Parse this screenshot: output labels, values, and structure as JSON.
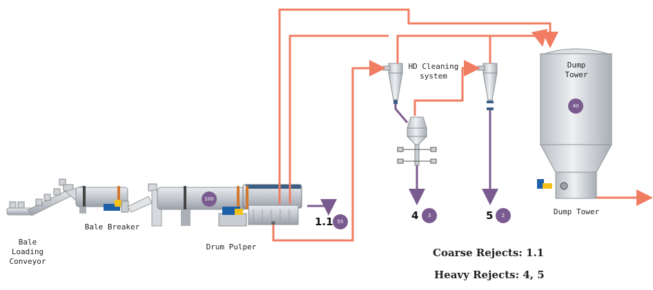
{
  "colors": {
    "main_flow": "#f07c62",
    "reject_flow": "#7a5b8f",
    "equipment": "#c9ced4",
    "badge": "#7a5b8f"
  },
  "labels": {
    "bale_loading_conveyor": "Bale\nLoading\nConveyor",
    "bale_breaker": "Bale Breaker",
    "drum_pulper": "Drum Pulper",
    "hd_cleaning_system": "HD Cleaning\nsystem",
    "dump_tower_top": "Dump\nTower",
    "dump_tower_bottom": "Dump Tower"
  },
  "badges": {
    "drum_pulper": "100",
    "dump_tower": "40",
    "coarse_rejects": "55",
    "heavy_rejects_4": "3",
    "heavy_rejects_5": "2"
  },
  "reject_points": {
    "coarse": "1.1",
    "heavy_4": "4",
    "heavy_5": "5"
  },
  "legend": {
    "coarse_rejects": "Coarse Rejects: 1.1",
    "heavy_rejects": "Heavy Rejects: 4, 5"
  }
}
